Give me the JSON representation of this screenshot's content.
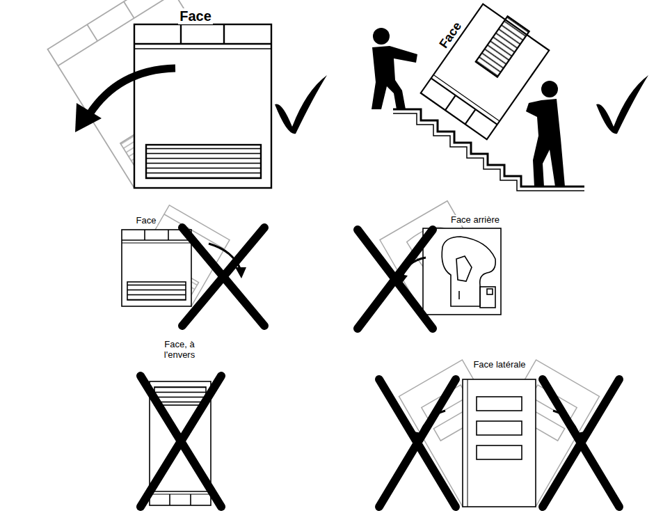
{
  "diagram": {
    "labels": [
      "Face",
      "Face",
      "Face",
      "Face arrière",
      "Face, à l'envers",
      "Face latérale"
    ]
  }
}
